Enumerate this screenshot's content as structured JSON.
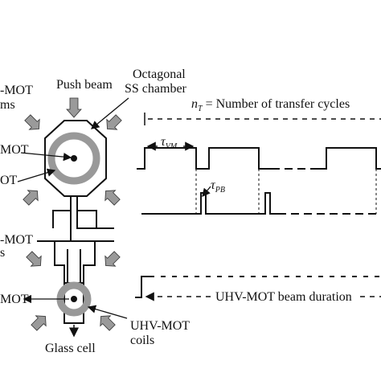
{
  "labels": {
    "push_beam": "Push beam",
    "chamber_line1": "Octagonal",
    "chamber_line2": "SS chamber",
    "vhv_beams_line1": "-MOT",
    "vhv_beams_line2": "ms",
    "vhv_mot_1": "MOT",
    "vhv_mot_2": "OT",
    "uhv_beams_line1": "-MOT",
    "uhv_beams_line2": "s",
    "uhv_mot": "MOT",
    "coils_line1": "UHV-MOT",
    "coils_line2": "coils",
    "glass_cell": "Glass cell"
  },
  "timing": {
    "transfer_var": "n",
    "transfer_sub": "T",
    "transfer_text": " = Number of transfer cycles",
    "vm_var": "τ",
    "vm_sub": "VM",
    "pb_var": "τ",
    "pb_sub": "PB",
    "uhv_duration": "UHV-MOT beam duration"
  },
  "colors": {
    "line": "#111111",
    "ring": "#999999",
    "arrow_fill": "#9a9a9a",
    "background": "#ffffff"
  }
}
